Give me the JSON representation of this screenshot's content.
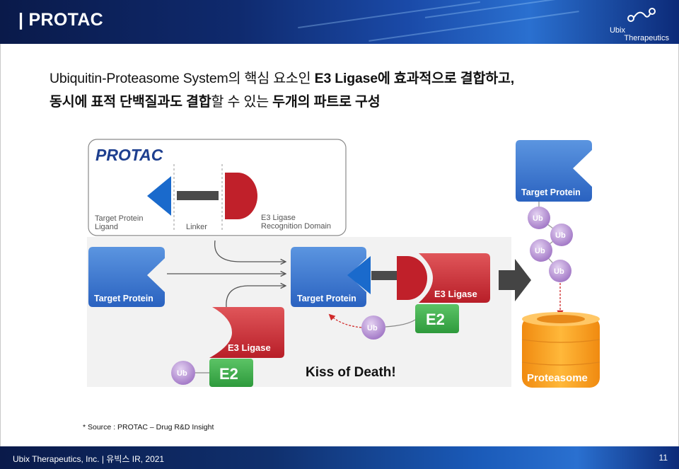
{
  "header": {
    "title": "| PROTAC",
    "brand_line1": "Ubix",
    "brand_line2": "Therapeutics"
  },
  "subtitle": {
    "line1_a": "Ubiquitin-Proteasome System의 핵심 요소인 ",
    "line1_b": "E3 Ligase에 효과적으로 결합하고,",
    "line2_a": "동시에 표적 단백질과도 결합",
    "line2_b": "할 수 있는 ",
    "line2_c": "두개의 파트로 구성"
  },
  "diagram": {
    "protac_title": "PROTAC",
    "ligand_label_1": "Target Protein",
    "ligand_label_2": "Ligand",
    "linker_label": "Linker",
    "e3_domain_label_1": "E3 Ligase",
    "e3_domain_label_2": "Recognition Domain",
    "target_protein": "Target Protein",
    "e3_ligase": "E3 Ligase",
    "e2": "E2",
    "ub": "Ub",
    "kiss": "Kiss of Death!",
    "proteasome": "Proteasome"
  },
  "source": "* Source : PROTAC – Drug R&D Insight",
  "footer": {
    "left": "Ubix Therapeutics, Inc.  |  유빅스 IR, 2021",
    "page": "11"
  },
  "colors": {
    "blue": "#2f6fcf",
    "red": "#c0202a",
    "green": "#3aa84a",
    "ub_purple": "#b48fd0",
    "orange": "#f5a020"
  }
}
